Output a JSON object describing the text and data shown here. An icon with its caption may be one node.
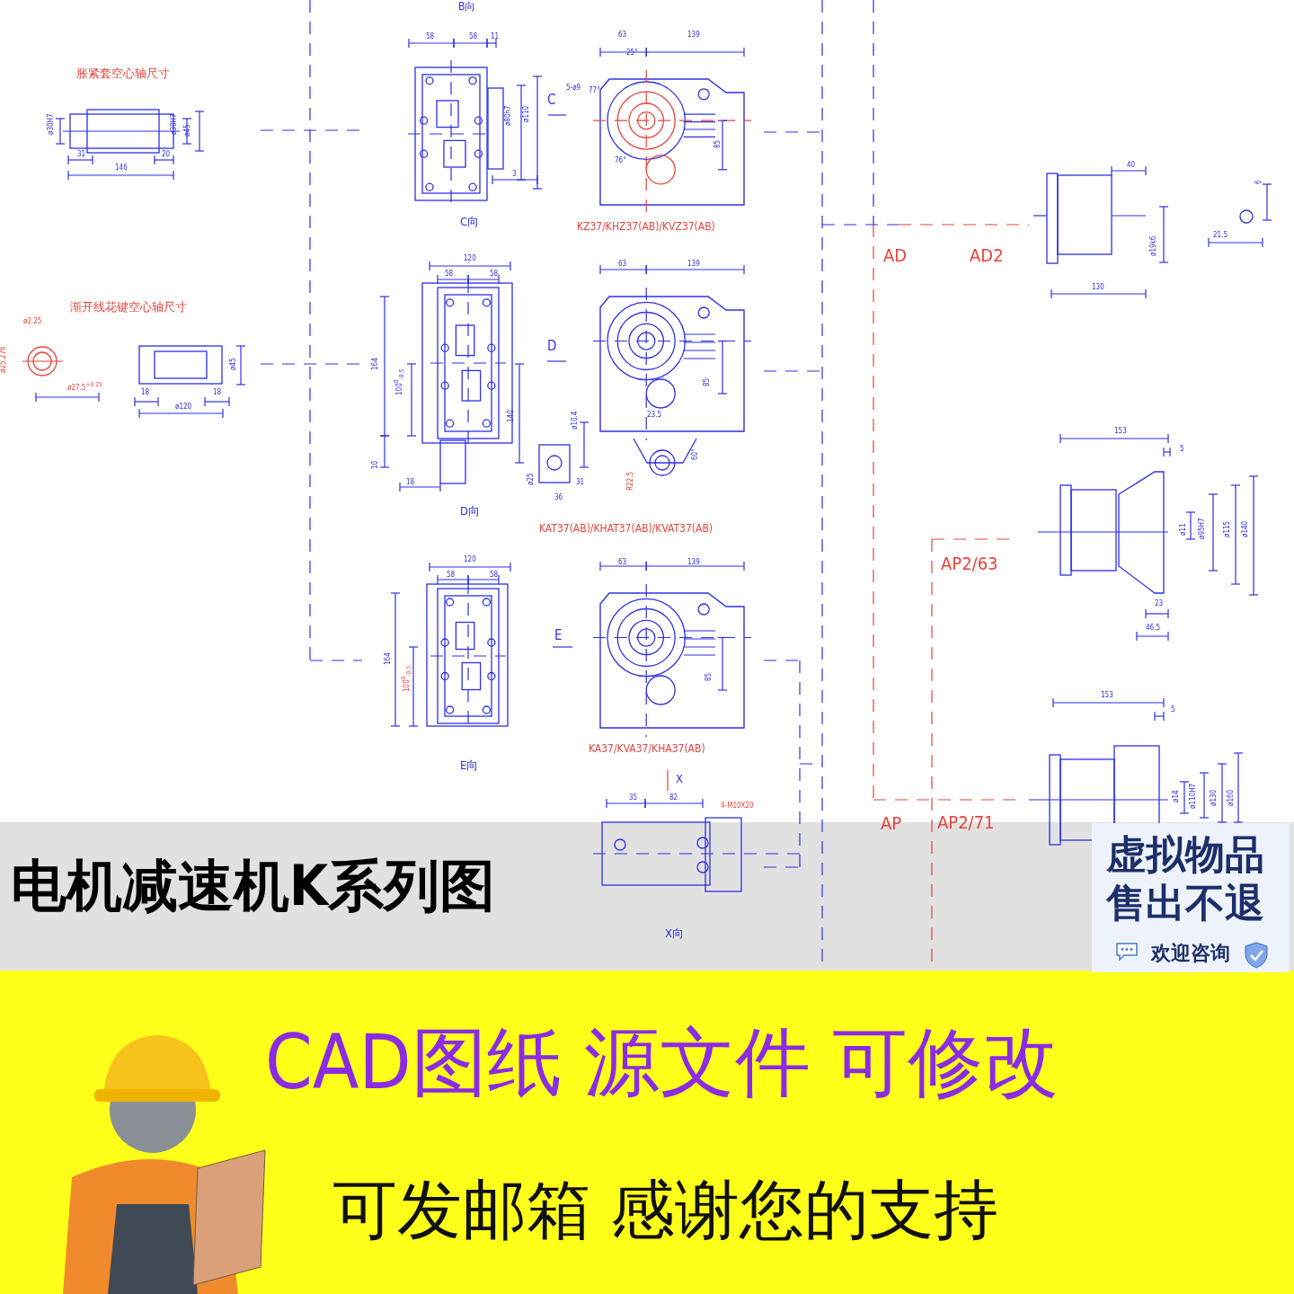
{
  "diagram": {
    "title": "电机减速机K系列图",
    "labels": [
      "B向",
      "胀紧套空心轴尺寸",
      "ø30H7",
      "ø30H7",
      "ø45",
      "31",
      "20",
      "146",
      "渐开线花键空心轴尺寸",
      "ø2.25",
      "ø25.276",
      "ø27.5$^{+0.25}$",
      "ø45",
      "18",
      "18",
      "ø120",
      "58",
      "58",
      "11",
      "ø80h7",
      "ø110",
      "3",
      "C",
      "5-ø9",
      "25°",
      "77°",
      "76°",
      "63",
      "139",
      "85",
      "C向",
      "KZ37/KHZ37(AB)/KVZ37(AB)",
      "120",
      "58",
      "58",
      "164",
      "100$^{0}$$_{-0.5}$",
      "D",
      "63",
      "139",
      "85",
      "140",
      "ø10.4",
      "23.5",
      "10",
      "18",
      "ø25",
      "31",
      "36",
      "60°",
      "R22.5",
      "D向",
      "KAT37(AB)/KHAT37(AB)/KVAT37(AB)",
      "120",
      "58",
      "58",
      "164",
      "100$^{0}$$_{-0.5}$",
      "E",
      "63",
      "139",
      "85",
      "E向",
      "KA37/KVA37/KHA37(AB)",
      "X",
      "35",
      "82",
      "4-M10X20",
      "X向",
      "40",
      "6",
      "AD",
      "AD2",
      "21.5",
      "ø19k6",
      "130",
      "153",
      "5",
      "ø11",
      "ø95H7",
      "ø115",
      "ø140",
      "AP2/63",
      "23",
      "46.5",
      "153",
      "5",
      "ø14",
      "ø110H7",
      "ø130",
      "ø160",
      "AP",
      "AP2/71",
      "CAD图纸 源文件 可修改",
      "可发邮箱 感谢您的支持",
      "虚拟物品售出不退",
      "欢迎咨询"
    ]
  }
}
